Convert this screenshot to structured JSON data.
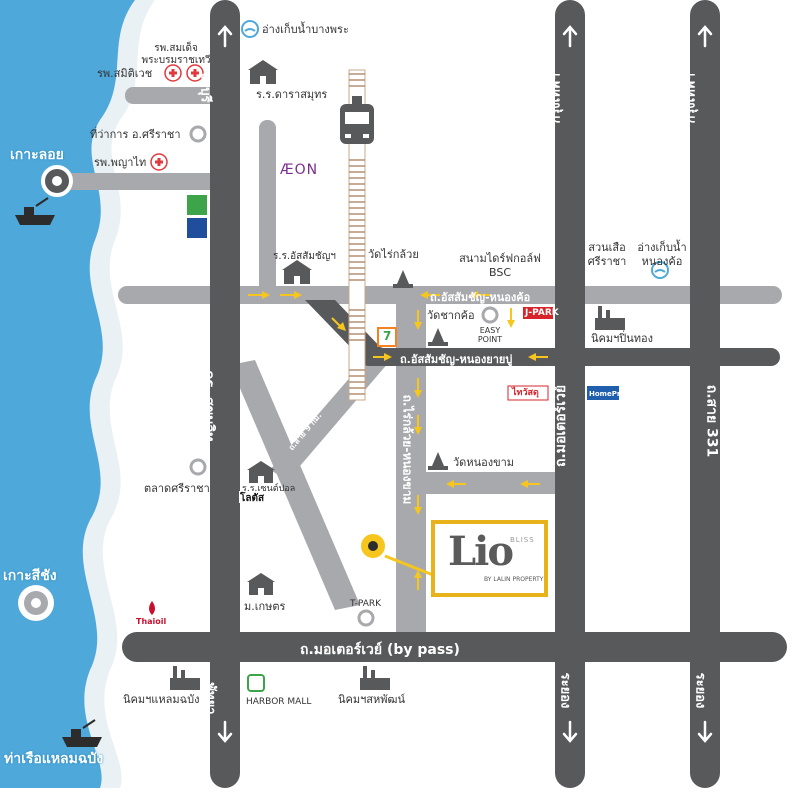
{
  "map": {
    "colors": {
      "sea": "#4FA8DA",
      "sand": "#E9F1F5",
      "road_dark": "#58595B",
      "road_light": "#A7A9AC",
      "arrow": "#F7C61E",
      "accent_gold": "#E8B31A"
    },
    "islands": {
      "ko_loi": "เกาะลอย",
      "ko_si_chang": "เกาะสีชัง"
    },
    "ports": {
      "laem_chabang_port": "ท่าเรือแหลมฉบัง"
    },
    "roads": {
      "sukhumvit_v_north": "ดร. สุขุมวิท",
      "sukhumvit_north_top": "ชลบุรี",
      "sukhumvit_south": "พัทยา",
      "assumption_nongkho": "ถ.อัสสัมชัญ-หนองค้อ",
      "assumption_nongyaibu": "ถ.อัสสัมชัญ-หนองยายบู่",
      "rai_kluai_nongkham": "ถ.ไร่กล้วย-หนองขาม",
      "sai_9": "ถ.สาย 9 กม.",
      "sai_9_small": "ถ.สาย 9 กม.",
      "motorway": "ถ.มอเตอร์เวย์ (by pass)",
      "highway_7_v": "ถ.มอเตอร์เวย์",
      "highway_7_top": "กรุงเทพฯ",
      "highway_7_bottom": "ระยอง",
      "road_331": "ถ.สาย 331",
      "road_331_top": "กรุงเทพฯ",
      "road_331_bottom": "ระยอง"
    },
    "places": {
      "bang_phra_reservoir": "อ่างเก็บน้ำบางพระ",
      "hosp_somdet_1": "รพ.สมเด็จ",
      "hosp_somdet_2": "พระบรมราชเทวี",
      "hosp_samitivej": "รพ.สมิติเวช",
      "school_darasamut": "ร.ร.ดาราสมุทร",
      "district_office": "ที่ว่าการ อ.ศรีราชา",
      "hosp_phyathai": "รพ.พญาไท",
      "aeon": "ÆON",
      "school_assumption": "ร.ร.อัสสัมชัญฯ",
      "wat_rai_kluai": "วัดไร่กล้วย",
      "golf_1": "สนามไดร์ฟกอล์ฟ",
      "golf_2": "BSC",
      "tiger_zoo_1": "สวนเสือ",
      "tiger_zoo_2": "ศรีราชา",
      "nongkho_reservoir_1": "อ่างเก็บน้ำ",
      "nongkho_reservoir_2": "หนองค้อ",
      "wat_chak_kho": "วัดชากค้อ",
      "easy_point_1": "EASY",
      "easy_point_2": "POINT",
      "ipark": "J-PARK",
      "pinthong": "นิคมฯปิ่นทอง",
      "thaiwatsadu": "ไทวัสดุ",
      "homepro": "HomePro",
      "wat_nong_kham": "วัดหนองขาม",
      "sriracha_market": "ตลาดศรีราชา",
      "school_sainamphueng": "ร.ร.เซนต์ปอล",
      "tesco": "โลตัส",
      "kasetsart": "ม.เกษตร",
      "tpark": "T-PARK",
      "thaioil": "Thaioil",
      "laem_chabang_estate": "นิคมฯแหลมฉบัง",
      "harbor_mall": "HARBOR MALL",
      "saha_estate": "นิคมฯสหพัฒน์",
      "seven_eleven": "7"
    },
    "project": {
      "logo_text": "Lio",
      "logo_sub": "BLISS",
      "logo_by": "BY LALIN PROPERTY"
    }
  }
}
